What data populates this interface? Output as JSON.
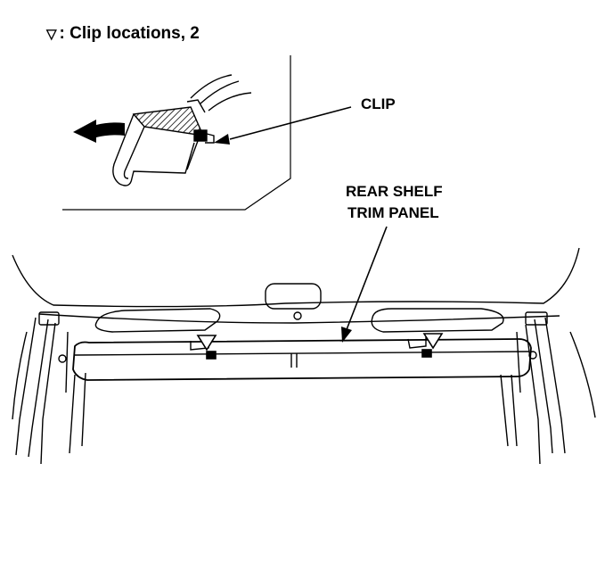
{
  "legend": {
    "symbol": "▽",
    "text": ": Clip locations, 2"
  },
  "labels": {
    "clip": "CLIP",
    "panel_line1": "REAR SHELF",
    "panel_line2": "TRIM PANEL"
  }
}
